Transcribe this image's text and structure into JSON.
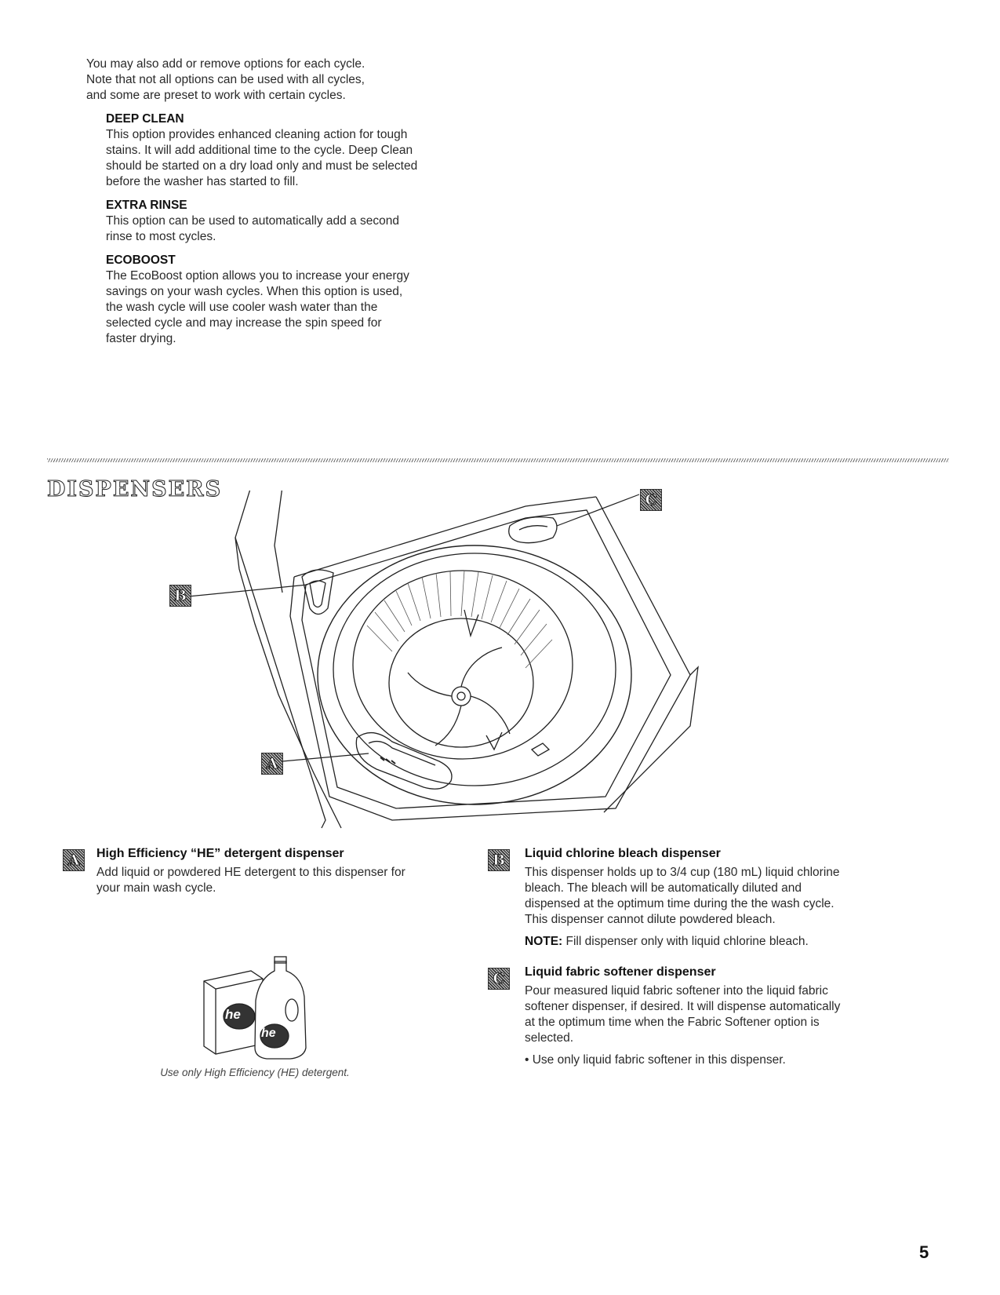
{
  "intro": {
    "lines": [
      "You may also add or remove options for each cycle.",
      "Note that not all options can be used with all cycles,",
      "and some are preset to work with certain cycles."
    ]
  },
  "options": [
    {
      "title": "DEEP CLEAN",
      "lines": [
        "This option provides enhanced cleaning action for tough",
        "stains. It will add additional time to the cycle. Deep Clean",
        "should be started on a dry load only and must be selected",
        "before the washer has started to fill."
      ]
    },
    {
      "title": "EXTRA RINSE",
      "lines": [
        "This option can be used to automatically add a second",
        "rinse to most cycles."
      ]
    },
    {
      "title": "ECOBOOST",
      "lines": [
        "The EcoBoost option allows you to increase your energy",
        "savings on your wash cycles. When this option is used,",
        "the wash cycle will use cooler wash water than the",
        "selected cycle and may increase the spin speed for",
        "faster drying."
      ]
    }
  ],
  "section_title": "DISPENSERS",
  "diagram_labels": {
    "a": "A",
    "b": "B",
    "c": "C"
  },
  "dispensers": {
    "a": {
      "badge": "A",
      "title": "High Efficiency “HE” detergent dispenser",
      "lines": [
        "Add liquid or powdered HE detergent to this dispenser for",
        "your main wash cycle."
      ]
    },
    "b": {
      "badge": "B",
      "title": "Liquid chlorine bleach dispenser",
      "lines": [
        "This dispenser holds up to 3/4 cup (180 mL) liquid chlorine",
        "bleach. The bleach will be automatically diluted and",
        "dispensed at the optimum time during the the wash cycle.",
        "This dispenser cannot dilute powdered bleach."
      ],
      "note_label": "NOTE:",
      "note_text": " Fill dispenser only with liquid chlorine bleach."
    },
    "c": {
      "badge": "C",
      "title": "Liquid fabric softener dispenser",
      "lines": [
        "Pour measured liquid fabric softener into the liquid fabric",
        "softener dispenser, if desired. It will dispense automatically",
        "at the optimum time when the Fabric Softener option is",
        "selected."
      ],
      "bullet": "• Use only liquid fabric softener in this dispenser."
    }
  },
  "he_logo_text": "he",
  "caption": "Use only High Efficiency (HE) detergent.",
  "page_number": "5"
}
